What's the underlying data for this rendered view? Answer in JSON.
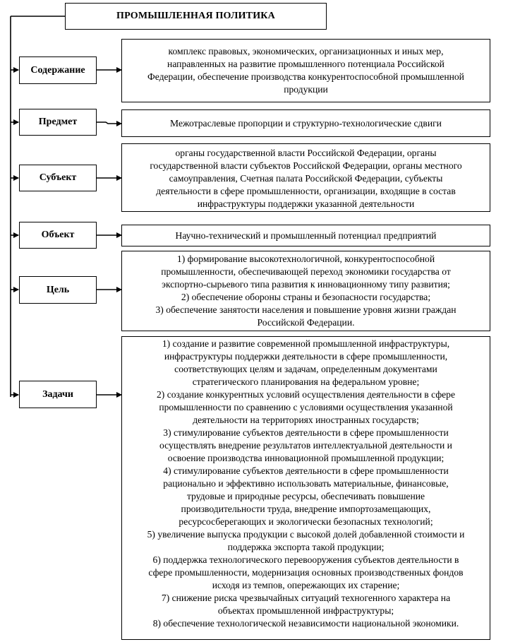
{
  "title": "ПРОМЫШЛЕННАЯ ПОЛИТИКА",
  "rows": [
    {
      "label": "Содержание",
      "lines": [
        "комплекс правовых, экономических, организационных и иных мер,",
        "направленных на развитие промышленного потенциала Российской",
        "Федерации, обеспечение производства конкурентоспособной промышленной",
        "продукции"
      ]
    },
    {
      "label": "Предмет",
      "lines": [
        "Межотраслевые пропорции и структурно-технологические сдвиги"
      ]
    },
    {
      "label": "Субъект",
      "lines": [
        "органы государственной власти Российской Федерации, органы",
        "государственной власти субъектов Российской Федерации, органы местного",
        "самоуправления, Счетная палата Российской Федерации, субъекты",
        "деятельности в сфере промышленности, организации, входящие в состав",
        "инфраструктуры поддержки указанной деятельности"
      ]
    },
    {
      "label": "Объект",
      "lines": [
        "Научно-технический и промышленный потенциал предприятий"
      ]
    },
    {
      "label": "Цель",
      "lines": [
        "1) формирование высокотехнологичной, конкурентоспособной",
        "промышленности, обеспечивающей переход экономики государства от",
        "экспортно-сырьевого типа развития к инновационному типу развития;",
        "2) обеспечение обороны страны и безопасности государства;",
        "3) обеспечение занятости населения и повышение уровня жизни граждан",
        "Российской Федерации."
      ]
    },
    {
      "label": "Задачи",
      "lines": [
        "1) создание и развитие современной промышленной инфраструктуры,",
        "инфраструктуры поддержки деятельности в сфере промышленности,",
        "соответствующих целям и задачам, определенным документами",
        "стратегического планирования на федеральном уровне;",
        "2) создание конкурентных условий осуществления деятельности в сфере",
        "промышленности по сравнению с условиями осуществления указанной",
        "деятельности на территориях иностранных государств;",
        "3) стимулирование субъектов деятельности в сфере промышленности",
        "осуществлять внедрение результатов интеллектуальной деятельности и",
        "освоение производства инновационной промышленной продукции;",
        "4) стимулирование субъектов деятельности в сфере промышленности",
        "рационально и эффективно использовать материальные, финансовые,",
        "трудовые и природные ресурсы, обеспечивать повышение",
        "производительности труда, внедрение импортозамещающих,",
        "ресурсосберегающих и экологически безопасных технологий;",
        "5) увеличение выпуска продукции с высокой долей добавленной стоимости и",
        "поддержка экспорта такой продукции;",
        "6) поддержка технологического перевооружения субъектов деятельности в",
        "сфере промышленности, модернизация основных производственных фондов",
        "исходя из темпов, опережающих их старение;",
        "7) снижение риска чрезвычайных ситуаций техногенного характера на",
        "объектах промышленной инфраструктуры;",
        "8) обеспечение технологической независимости национальной экономики."
      ]
    }
  ]
}
